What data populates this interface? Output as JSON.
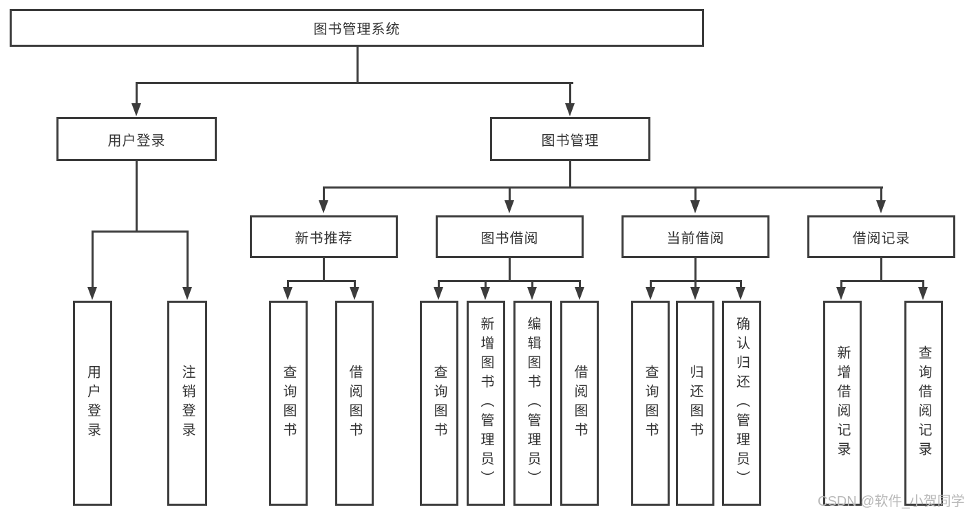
{
  "diagram_title": "图书管理系统",
  "tree": {
    "root": {
      "label": "图书管理系统"
    },
    "level2": [
      {
        "label": "用户登录",
        "children": [
          {
            "label": "用户登录"
          },
          {
            "label": "注销登录"
          }
        ]
      },
      {
        "label": "图书管理",
        "children": [
          {
            "label": "新书推荐",
            "children": [
              {
                "label": "查询图书"
              },
              {
                "label": "借阅图书"
              }
            ]
          },
          {
            "label": "图书借阅",
            "children": [
              {
                "label": "查询图书"
              },
              {
                "label": "新增图书（管理员）"
              },
              {
                "label": "编辑图书（管理员）"
              },
              {
                "label": "借阅图书"
              }
            ]
          },
          {
            "label": "当前借阅",
            "children": [
              {
                "label": "查询图书"
              },
              {
                "label": "归还图书"
              },
              {
                "label": "确认归还（管理员）"
              }
            ]
          },
          {
            "label": "借阅记录",
            "children": [
              {
                "label": "新增借阅记录"
              },
              {
                "label": "查询借阅记录"
              }
            ]
          }
        ]
      }
    ]
  },
  "watermark": {
    "text": "CSDN @软件_小贺同学"
  },
  "colors": {
    "line": "#3c3c3c",
    "node_border": "#3c3c3c",
    "node_text": "#333333",
    "background": "#ffffff",
    "watermark": "#b9b9b9"
  }
}
